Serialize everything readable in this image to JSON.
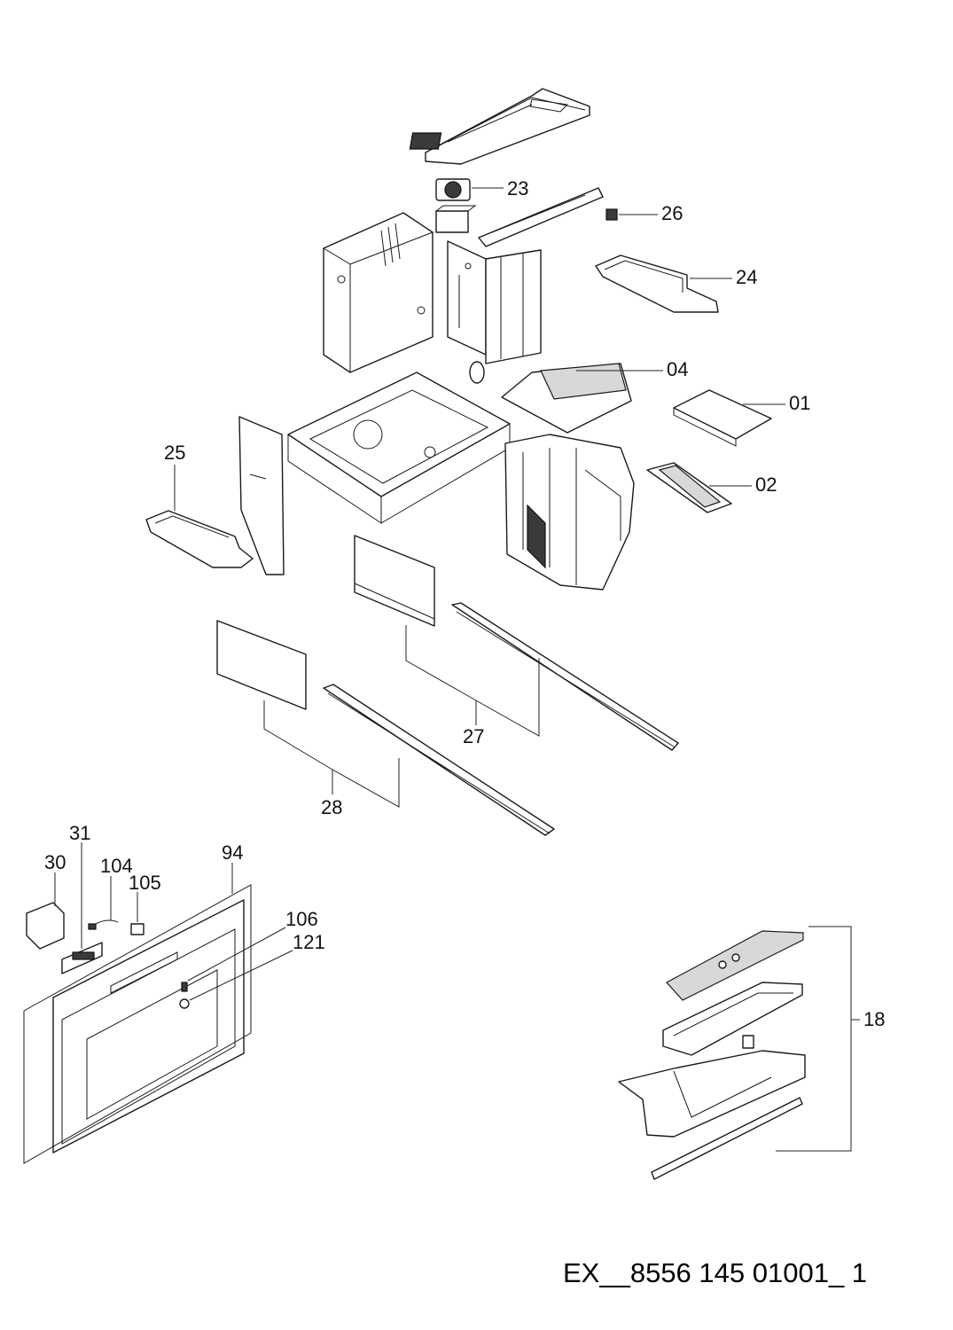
{
  "document_code": "EX__8556 145 01001_ 1",
  "callouts": {
    "p01": "01",
    "p02": "02",
    "p04": "04",
    "p18": "18",
    "p23": "23",
    "p24": "24",
    "p25": "25",
    "p26": "26",
    "p27": "27",
    "p28": "28",
    "p30": "30",
    "p31": "31",
    "p94": "94",
    "p104": "104",
    "p105": "105",
    "p106": "106",
    "p121": "121"
  }
}
